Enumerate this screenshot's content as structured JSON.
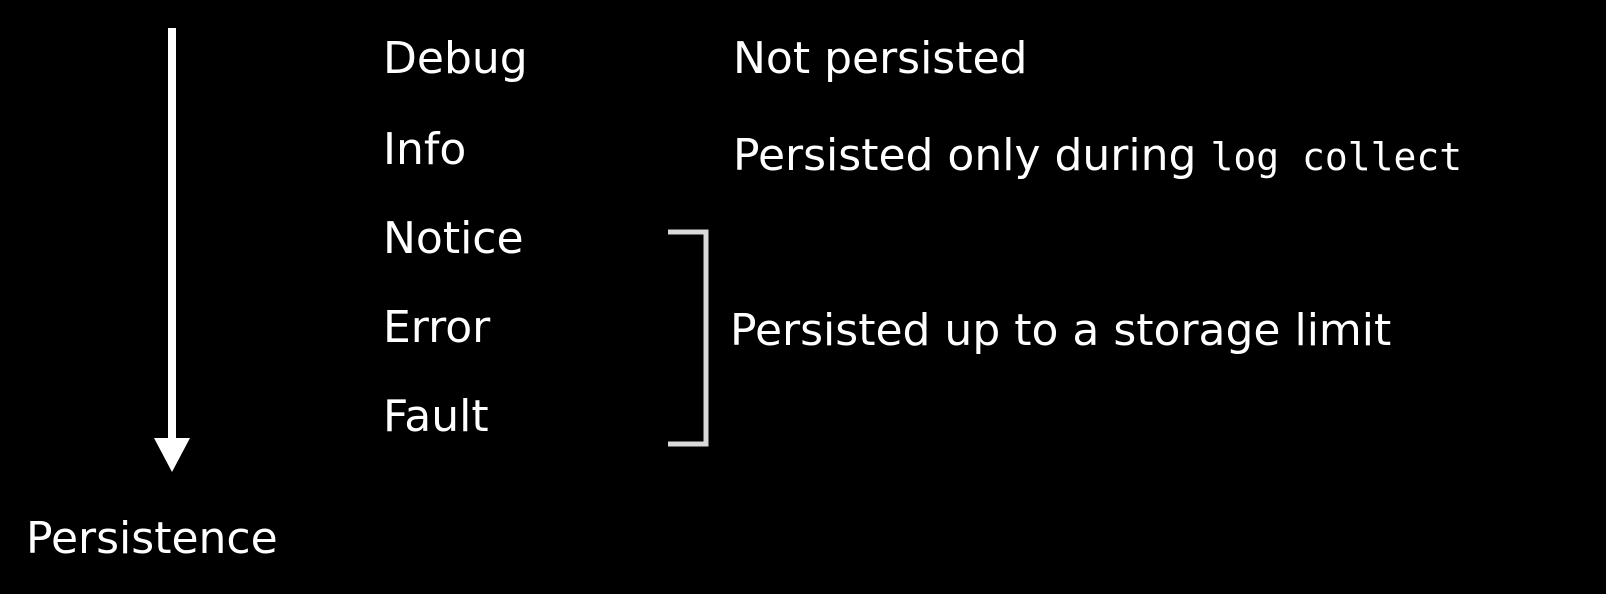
{
  "diagram": {
    "axis_label": "Persistence",
    "levels": [
      {
        "name": "Debug"
      },
      {
        "name": "Info"
      },
      {
        "name": "Notice"
      },
      {
        "name": "Error"
      },
      {
        "name": "Fault"
      }
    ],
    "descriptions": {
      "debug": {
        "text": "Not persisted"
      },
      "info": {
        "text": "Persisted only during ",
        "code": "log collect"
      },
      "group": {
        "text": "Persisted up to a storage limit",
        "levels": [
          "Notice",
          "Error",
          "Fault"
        ]
      }
    },
    "colors": {
      "background": "#000000",
      "foreground": "#ffffff",
      "bracket": "#d9d9d9"
    }
  }
}
